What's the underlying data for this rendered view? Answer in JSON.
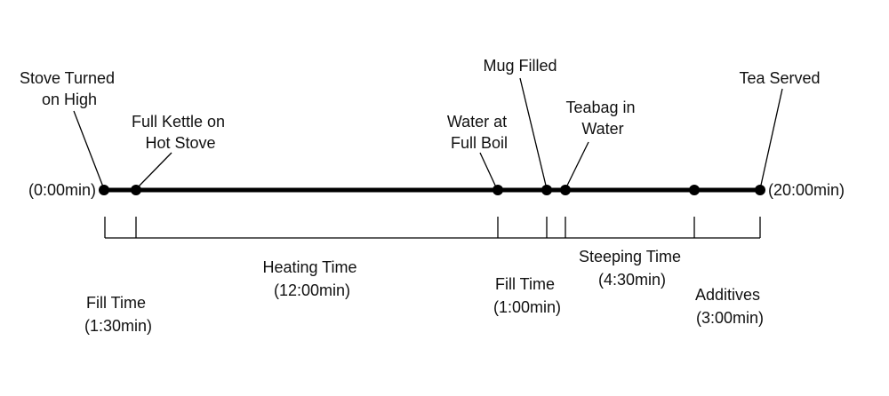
{
  "timeline": {
    "start_label": "(0:00min)",
    "end_label": "(20:00min)",
    "events": [
      {
        "name": "stove-on",
        "lines": [
          "Stove Turned",
          "on High"
        ]
      },
      {
        "name": "kettle-on",
        "lines": [
          "Full Kettle on",
          "Hot Stove"
        ]
      },
      {
        "name": "full-boil",
        "lines": [
          "Water at",
          "Full Boil"
        ]
      },
      {
        "name": "mug-filled",
        "lines": [
          "Mug Filled"
        ]
      },
      {
        "name": "teabag-in",
        "lines": [
          "Teabag in",
          "Water"
        ]
      },
      {
        "name": "tea-served",
        "lines": [
          "Tea Served"
        ]
      }
    ],
    "phases": [
      {
        "name": "fill-time-1",
        "lines": [
          "Fill Time",
          "(1:30min)"
        ]
      },
      {
        "name": "heating-time",
        "lines": [
          "Heating Time",
          "(12:00min)"
        ]
      },
      {
        "name": "fill-time-2",
        "lines": [
          "Fill Time",
          "(1:00min)"
        ]
      },
      {
        "name": "steeping-time",
        "lines": [
          "Steeping Time",
          "(4:30min)"
        ]
      },
      {
        "name": "additives",
        "lines": [
          "Additives",
          "(3:00min)"
        ]
      }
    ]
  }
}
